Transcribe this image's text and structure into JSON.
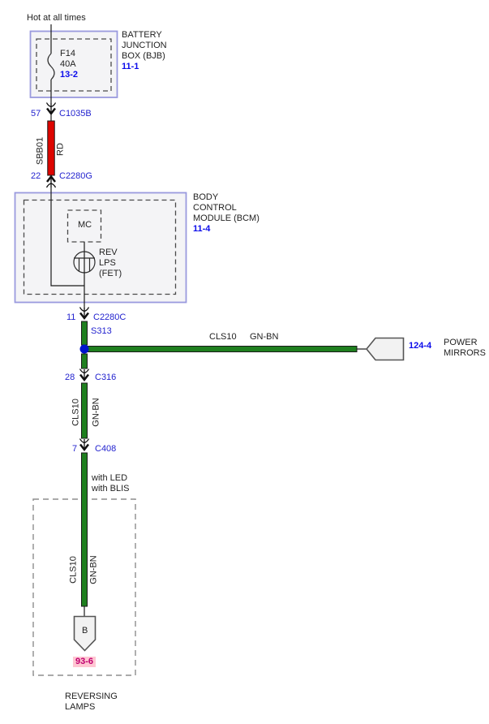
{
  "colors": {
    "label_blue": "#2323cf",
    "ref_blue": "#0b0beb",
    "wire_red": "#dd0500",
    "wire_green": "#1f7f1f",
    "splice_blue": "#0014cc",
    "module_border": "#9a9ade",
    "module_fill": "#f4f4f6",
    "highlight_text": "#c00070",
    "highlight_pink": "#ffc6d2"
  },
  "top": {
    "hot_label": "Hot at all times"
  },
  "bjb": {
    "fuse": {
      "name": "F14",
      "rating": "40A",
      "page_ref": "13-2"
    },
    "title_lines": [
      "BATTERY",
      "JUNCTION",
      "BOX (BJB)"
    ],
    "page_ref": "11-1"
  },
  "battery_feed": {
    "pin": "57",
    "connector": "C1035B",
    "circuit": "SBB01",
    "wire_color": "RD",
    "pin_out": "22",
    "connector_out": "C2280G"
  },
  "bcm": {
    "title_lines": [
      "BODY",
      "CONTROL",
      "MODULE (BCM)"
    ],
    "page_ref": "11-4",
    "mc_label": "MC",
    "driver_lines": [
      "REV",
      "LPS",
      "(FET)"
    ]
  },
  "output": {
    "pin": "11",
    "connector": "C2280C",
    "splice": "S313",
    "branch": {
      "circuit": "CLS10",
      "wire_color": "GN-BN",
      "page_ref": "124-4",
      "dest_lines": [
        "POWER",
        "MIRRORS"
      ]
    },
    "seg2": {
      "pin": "28",
      "connector": "C316",
      "circuit": "CLS10",
      "wire_color": "GN-BN"
    },
    "seg3": {
      "pin": "7",
      "connector": "C408",
      "notes": [
        "with LED",
        "with BLIS"
      ],
      "circuit": "CLS10",
      "wire_color": "GN-BN"
    }
  },
  "lamps": {
    "terminal": "B",
    "page_ref": "93-6",
    "name_lines": [
      "REVERSING",
      "LAMPS"
    ]
  }
}
